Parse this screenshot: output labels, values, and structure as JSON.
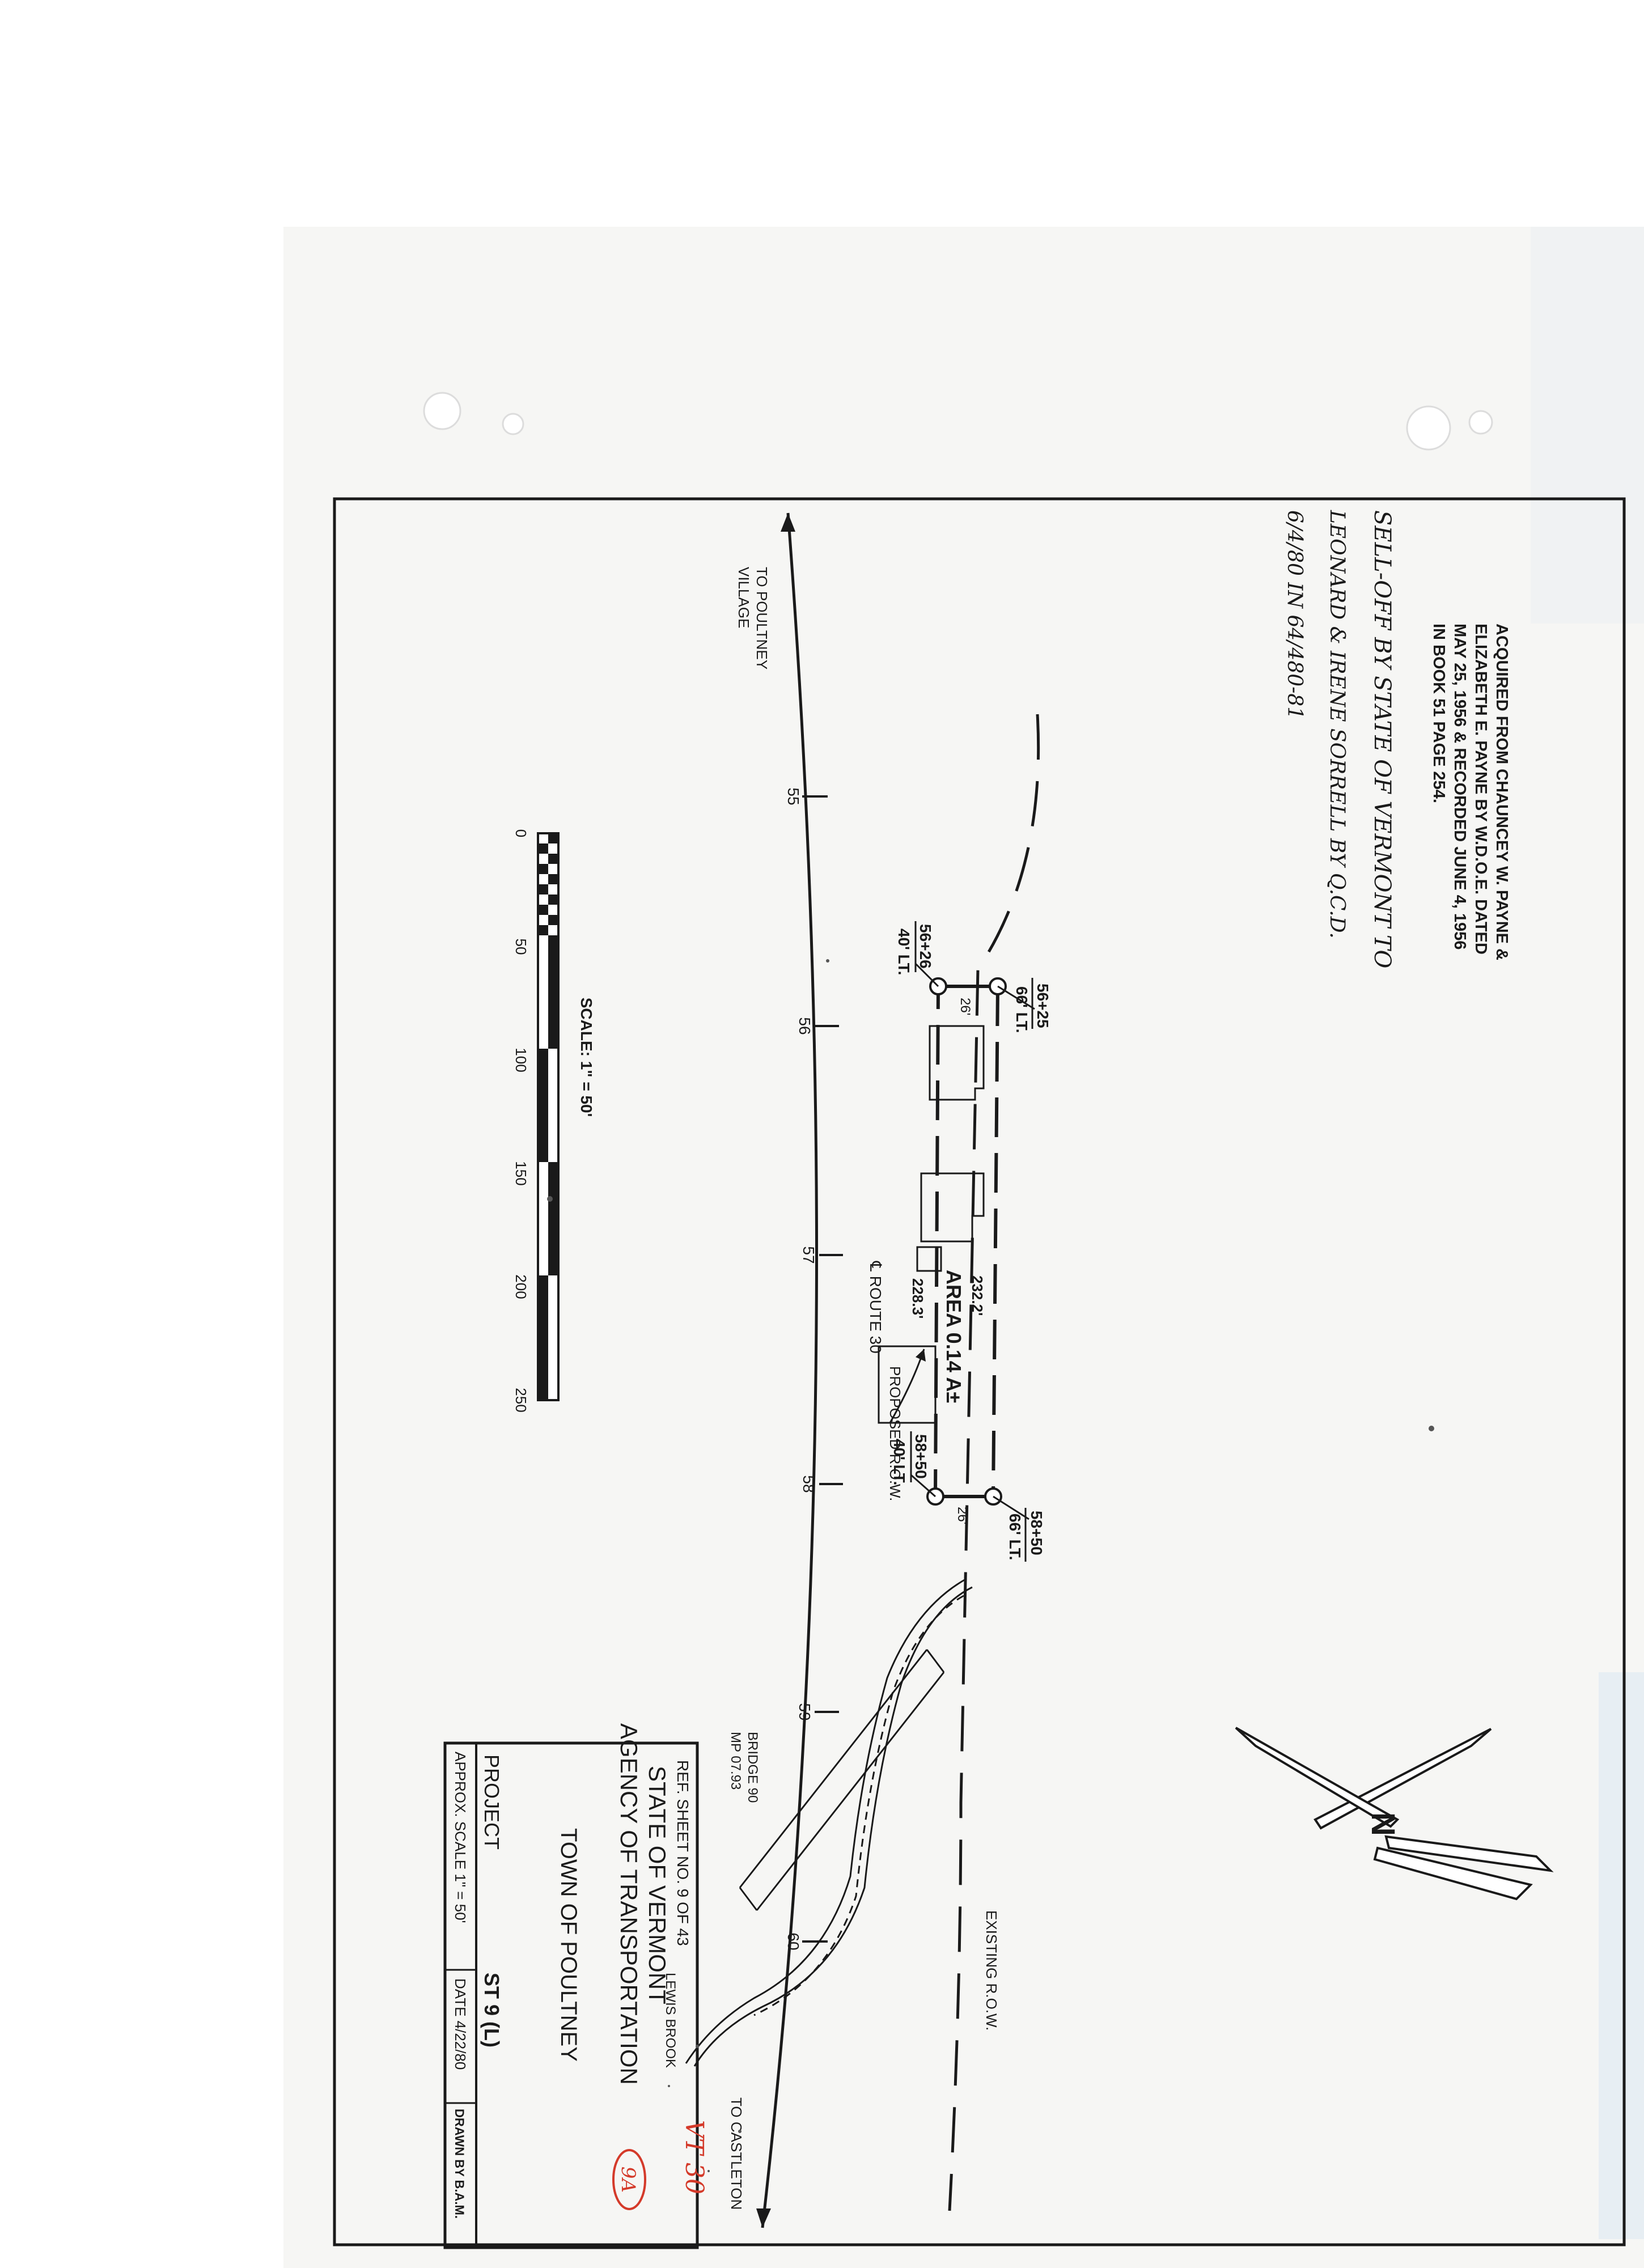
{
  "deed_note": {
    "lines": [
      "ACQUIRED FROM CHAUNCEY W. PAYNE &",
      "ELIZABETH E. PAYNE BY W.D.O.E. DATED",
      "MAY 25, 1956 & RECORDED JUNE 4, 1956",
      "IN BOOK 51 PAGE 254."
    ]
  },
  "handwritten_note": {
    "lines": [
      "SELL-OFF BY STATE OF VERMONT TO",
      "LEONARD & IRENE SORRELL BY Q.C.D.",
      "6/4/80 IN 64/480-81"
    ]
  },
  "directions": {
    "west": [
      "TO POULTNEY",
      "VILLAGE"
    ],
    "east": "TO CASTLETON"
  },
  "stations": [
    "55",
    "56",
    "57",
    "58",
    "59",
    "60"
  ],
  "centerline_label": "℄ ROUTE 30",
  "area_label": "AREA 0.14 A±",
  "dimensions": {
    "north_line": "232.2'",
    "south_line": "228.3'",
    "west_width": "26'",
    "east_width": "26'"
  },
  "callouts": {
    "nw": [
      "56+25",
      "66' LT."
    ],
    "sw": [
      "56+26",
      "40' LT."
    ],
    "ne": [
      "58+50",
      "66' LT."
    ],
    "se": [
      "58+50",
      "40' LT."
    ]
  },
  "proposed_row_label": "PROPOSED R.O.W.",
  "existing_row_label": "EXISTING R.O.W.",
  "bridge_label": [
    "BRIDGE 90",
    "MP 07.93"
  ],
  "brook_label": "LEWIS BROOK",
  "scale_bar": {
    "label": "SCALE: 1\" = 50'",
    "ticks": [
      "0",
      "50",
      "100",
      "150",
      "200",
      "250"
    ]
  },
  "north_arrow_label": "N",
  "title_block": {
    "ref_sheet": "REF. SHEET NO. 9 OF 43",
    "handwritten_route": "VT 30",
    "handwritten_sheet": "9A",
    "state": "STATE OF VERMONT",
    "agency": "AGENCY OF TRANSPORTATION",
    "town": "TOWN OF POULTNEY",
    "project_label": "PROJECT",
    "project_value": "ST 9 (L)",
    "approx_scale": "APPROX. SCALE 1\" = 50'",
    "date": "DATE 4/22/80",
    "drawn_by": "DRAWN BY B.A.M."
  }
}
